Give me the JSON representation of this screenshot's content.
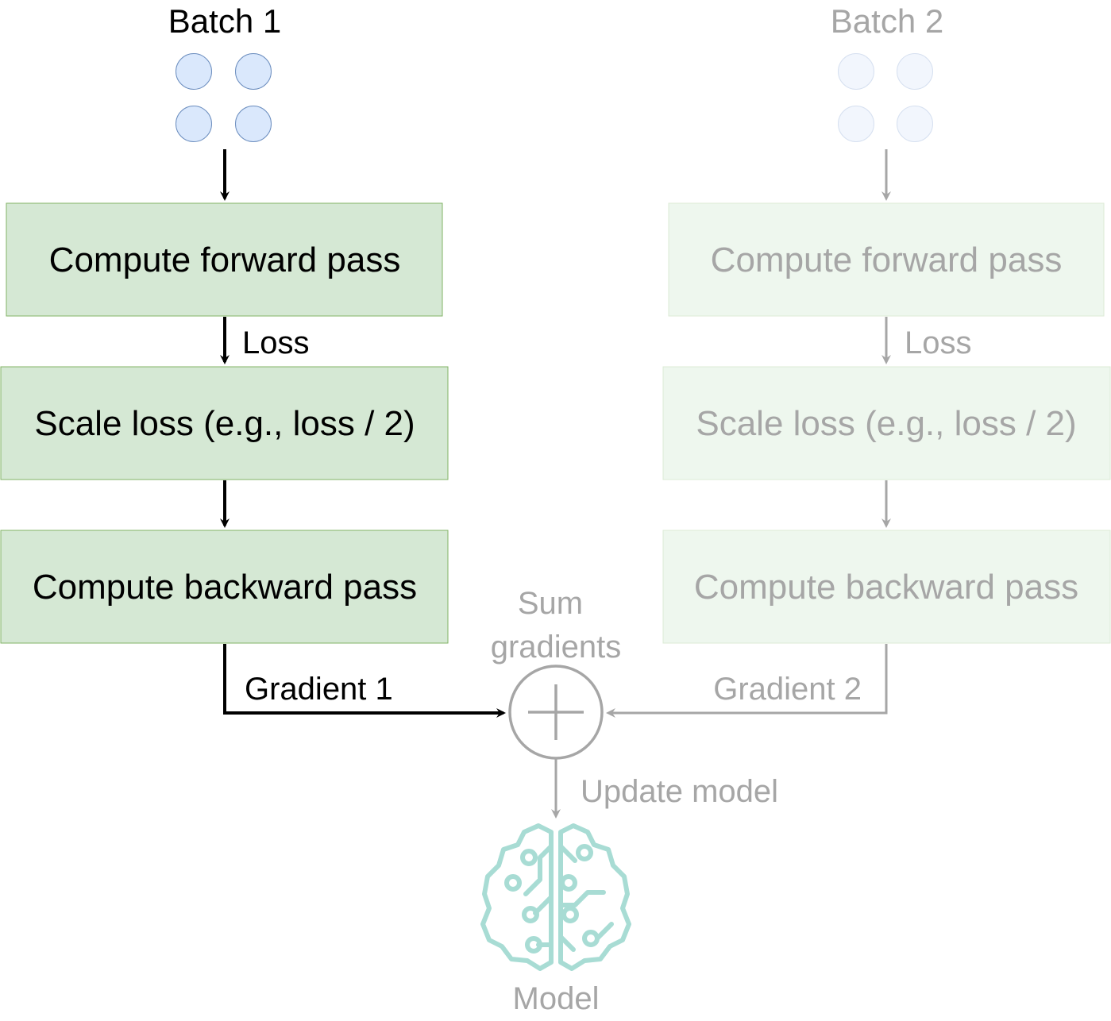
{
  "batch1": {
    "title": "Batch 1",
    "forward_label": "Compute forward pass",
    "loss_label": "Loss",
    "scale_label": "Scale loss (e.g., loss / 2)",
    "backward_label": "Compute backward pass",
    "gradient_label": "Gradient 1"
  },
  "batch2": {
    "title": "Batch 2",
    "forward_label": "Compute forward pass",
    "loss_label": "Loss",
    "scale_label": "Scale loss (e.g., loss / 2)",
    "backward_label": "Compute backward pass",
    "gradient_label": "Gradient 2"
  },
  "sum": {
    "label_line1": "Sum",
    "label_line2": "gradients"
  },
  "update_label": "Update model",
  "model_label": "Model",
  "icons": {
    "sum_icon": "plus-circle-icon",
    "model_icon": "brain-circuit-icon"
  },
  "colors": {
    "box_fill_active": "#d5e8d4",
    "box_stroke_active": "#82b366",
    "box_fill_faded": "#eef7ee",
    "box_stroke_faded": "#dcebd6",
    "sample_fill_active": "#dae8fc",
    "sample_stroke_active": "#6c8ebf",
    "sample_fill_faded": "#f2f6fd",
    "sample_stroke_faded": "#d6e0f0",
    "text_active": "#000000",
    "text_faded": "#a6a6a6",
    "model_icon": "#a8dcd4"
  }
}
